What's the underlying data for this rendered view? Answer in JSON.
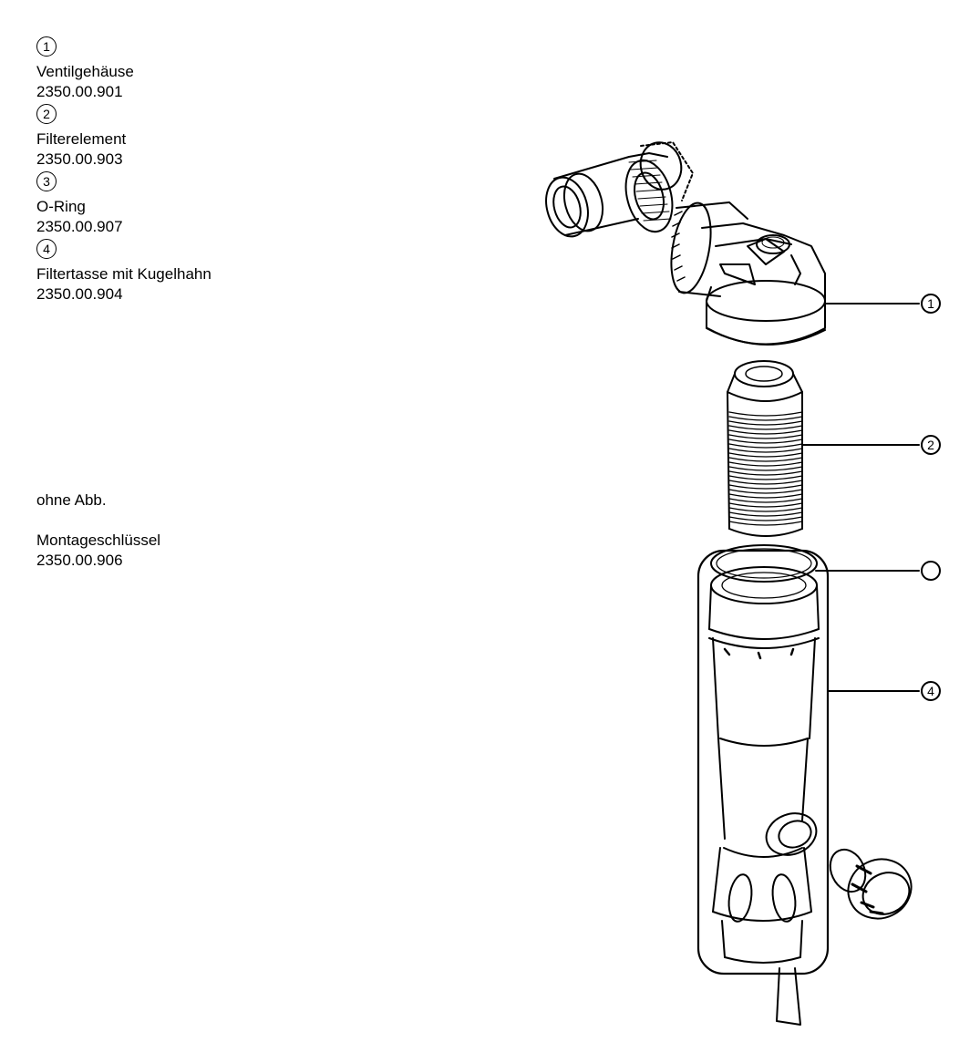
{
  "legend": [
    {
      "num": "1",
      "name": "Ventilgehäuse",
      "part": "2350.00.901"
    },
    {
      "num": "2",
      "name": "Filterelement",
      "part": "2350.00.903"
    },
    {
      "num": "3",
      "name": "O-Ring",
      "part": "2350.00.907"
    },
    {
      "num": "4",
      "name": "Filtertasse mit Kugelhahn",
      "part": "2350.00.904"
    }
  ],
  "note": {
    "label": "ohne Abb.",
    "name": "Montageschlüssel",
    "part": "2350.00.906"
  },
  "callouts": [
    "1",
    "2",
    "",
    "4"
  ]
}
